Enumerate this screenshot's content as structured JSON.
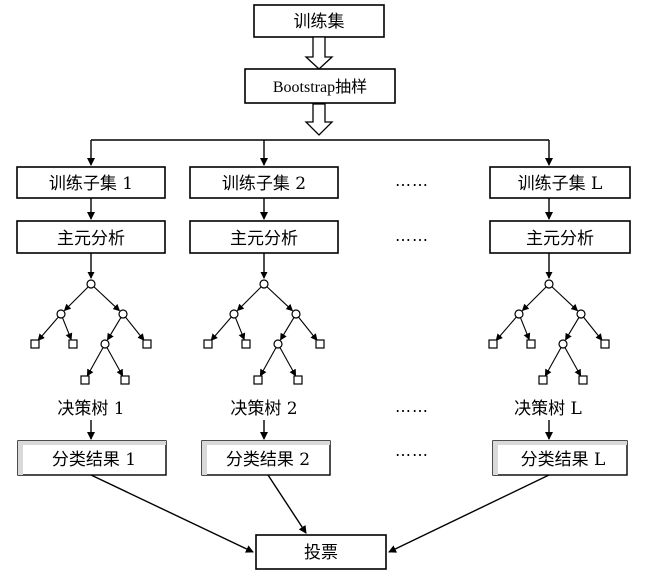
{
  "diagram": {
    "training_set": "训练集",
    "bootstrap_sampling": "Bootstrap抽样",
    "voting": "投票",
    "columns": [
      {
        "subset": "训练子集 1",
        "pca": "主元分析",
        "tree": "决策树 1",
        "result": "分类结果 1"
      },
      {
        "subset": "训练子集 2",
        "pca": "主元分析",
        "tree": "决策树 2",
        "result": "分类结果 2"
      },
      {
        "subset": "训练子集 L",
        "pca": "主元分析",
        "tree": "决策树 L",
        "result": "分类结果 L"
      }
    ],
    "ellipsis": "……"
  }
}
